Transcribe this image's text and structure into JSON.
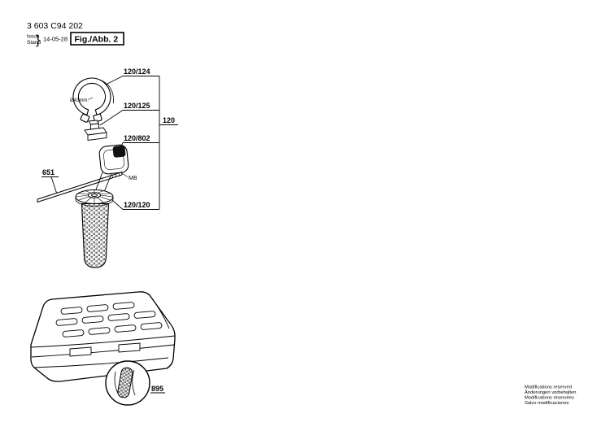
{
  "page": {
    "part_number": "3 603 C94 202",
    "issue": {
      "label_en": "Issue",
      "label_de": "Stand",
      "brace": "}",
      "date": "14-05-28"
    },
    "figure_label": "Fig./Abb. 2"
  },
  "parts": {
    "ring_clamp": {
      "ref": "120/124",
      "diameter": "Ø43mm."
    },
    "clamp_jaw": {
      "ref": "120/125"
    },
    "clamp_knob": {
      "ref": "120/802"
    },
    "assembly_group": {
      "ref": "120"
    },
    "rod": {
      "ref": "651",
      "thread": "M8"
    },
    "handle_grip": {
      "ref": "120/120"
    },
    "case_detail": {
      "ref": "895"
    }
  },
  "footer": {
    "lines": [
      "Modifications reserved",
      "Änderungen vorbehalten",
      "Modifications réservées",
      "Salvo modificaciones"
    ]
  }
}
